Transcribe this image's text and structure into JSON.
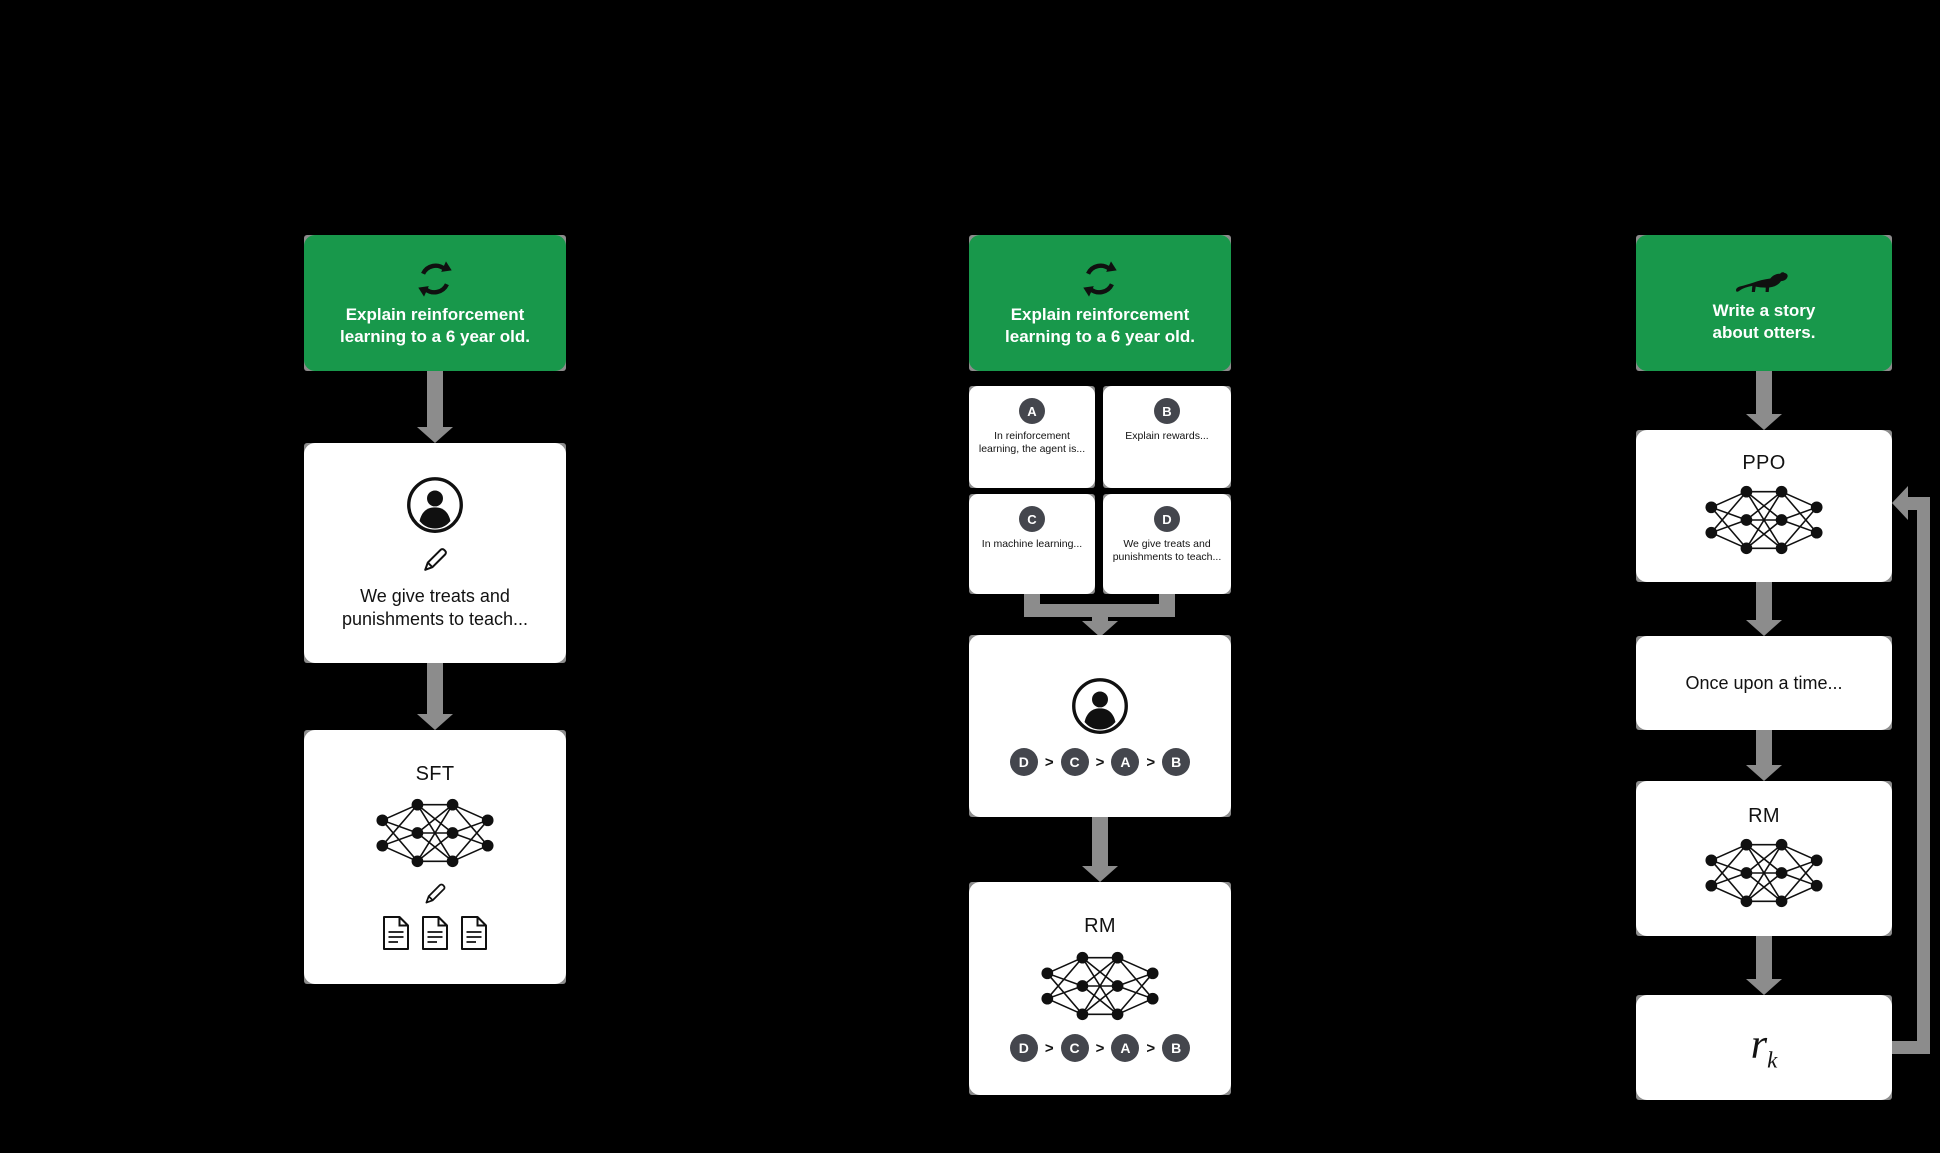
{
  "colors": {
    "background": "#000000",
    "prompt_green": "#18984b",
    "card_white": "#ffffff",
    "connector_gray": "#8c8c8c",
    "badge_dark": "#44464d",
    "text_dark": "#121212",
    "text_light": "#ffffff"
  },
  "icons": [
    "cycle-icon",
    "person-icon",
    "pencil-icon",
    "network-icon",
    "document-icon",
    "otter-icon"
  ],
  "sft_column": {
    "prompt": {
      "icon": "cycle-icon",
      "lines": [
        "Explain reinforcement",
        "learning to a 6 year old."
      ]
    },
    "demonstration": {
      "lines": [
        "We give treats and",
        "punishments to teach..."
      ]
    },
    "model": {
      "label": "SFT"
    }
  },
  "rm_column": {
    "prompt": {
      "icon": "cycle-icon",
      "lines": [
        "Explain reinforcement",
        "learning to a 6 year old."
      ]
    },
    "answers": [
      {
        "id": "A",
        "text": "In reinforcement learning, the agent is..."
      },
      {
        "id": "B",
        "text": "Explain rewards..."
      },
      {
        "id": "C",
        "text": "In machine learning..."
      },
      {
        "id": "D",
        "text": "We give treats and punishments to teach..."
      }
    ],
    "ranking": {
      "order": [
        "D",
        "C",
        "A",
        "B"
      ],
      "separator": ">"
    },
    "model": {
      "label": "RM"
    }
  },
  "ppo_column": {
    "prompt": {
      "icon": "otter-icon",
      "lines": [
        "Write a story",
        "about otters."
      ]
    },
    "policy": {
      "label": "PPO"
    },
    "output": {
      "text": "Once upon a time..."
    },
    "reward_model": {
      "label": "RM"
    },
    "reward": {
      "symbol": "r",
      "subscript": "k"
    }
  }
}
